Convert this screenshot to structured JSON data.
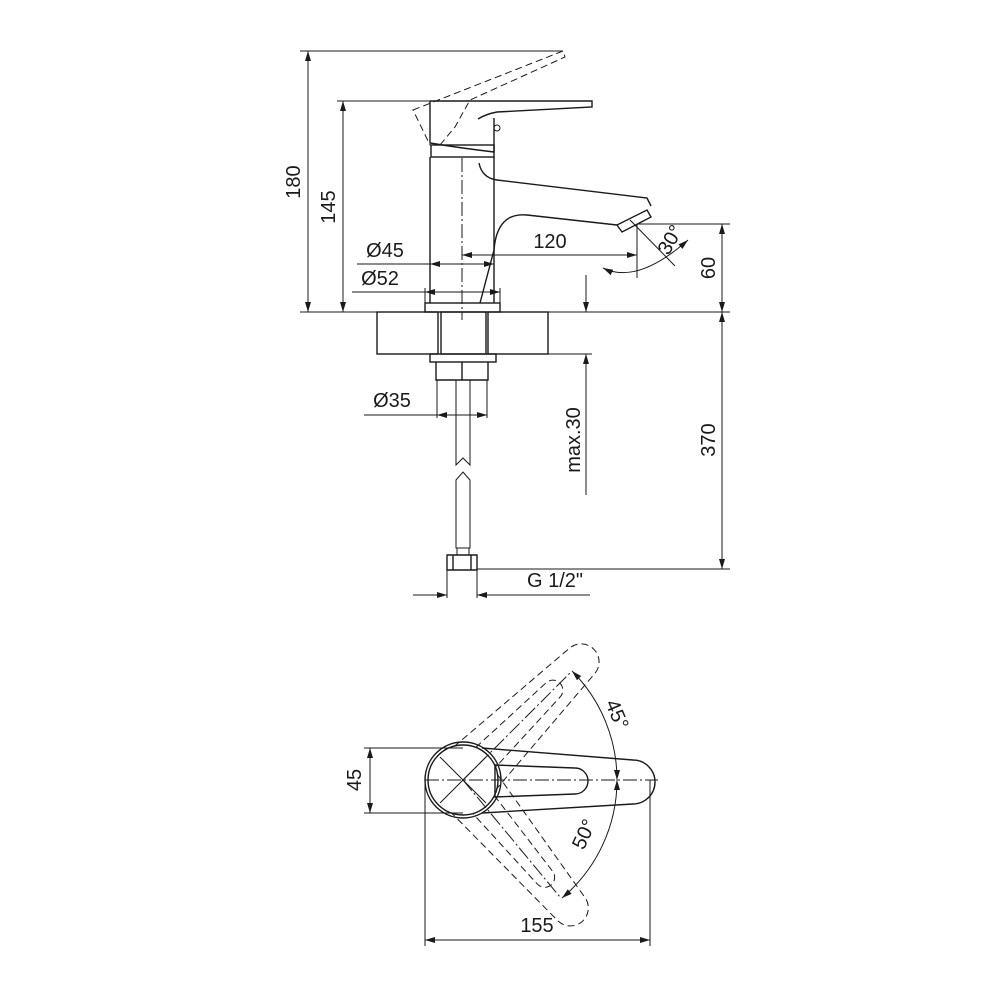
{
  "title": "Basin mixer dimension drawing",
  "side_view": {
    "height_total": "180",
    "height_handle": "145",
    "diameter_body": "Ø45",
    "diameter_base": "Ø52",
    "spout_reach": "120",
    "spout_angle": "30°",
    "spout_height": "60",
    "hose_length": "370",
    "countertop_max": "max.30",
    "diameter_shank": "Ø35",
    "hose_thread": "G 1/2\""
  },
  "top_view": {
    "handle_width": "45",
    "overall_length": "155",
    "rotation_up": "45°",
    "rotation_down": "50°"
  },
  "colors": {
    "line": "#1a1a1a",
    "background": "#ffffff"
  }
}
